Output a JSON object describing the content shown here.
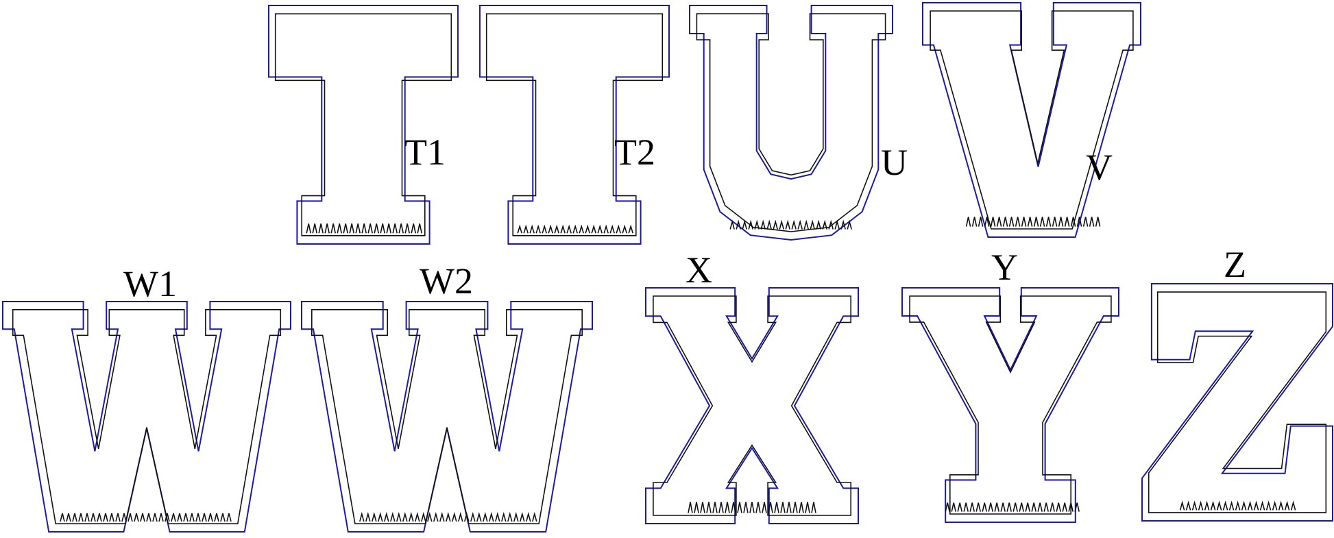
{
  "title": "Safari alphabet letter cut-out patterns",
  "letters": [
    {
      "id": "T1",
      "glyph": "T",
      "label": "T1"
    },
    {
      "id": "T2",
      "glyph": "T",
      "label": "T2"
    },
    {
      "id": "U",
      "glyph": "U",
      "label": "U"
    },
    {
      "id": "V",
      "glyph": "V",
      "label": "V"
    },
    {
      "id": "W1",
      "glyph": "W",
      "label": "W1"
    },
    {
      "id": "W2",
      "glyph": "W",
      "label": "W2"
    },
    {
      "id": "X",
      "glyph": "X",
      "label": "X"
    },
    {
      "id": "Y",
      "glyph": "Y",
      "label": "Y"
    },
    {
      "id": "Z",
      "glyph": "Z",
      "label": "Z"
    }
  ],
  "colors": {
    "outline": "#1a1aa8",
    "cutline": "#111111"
  }
}
